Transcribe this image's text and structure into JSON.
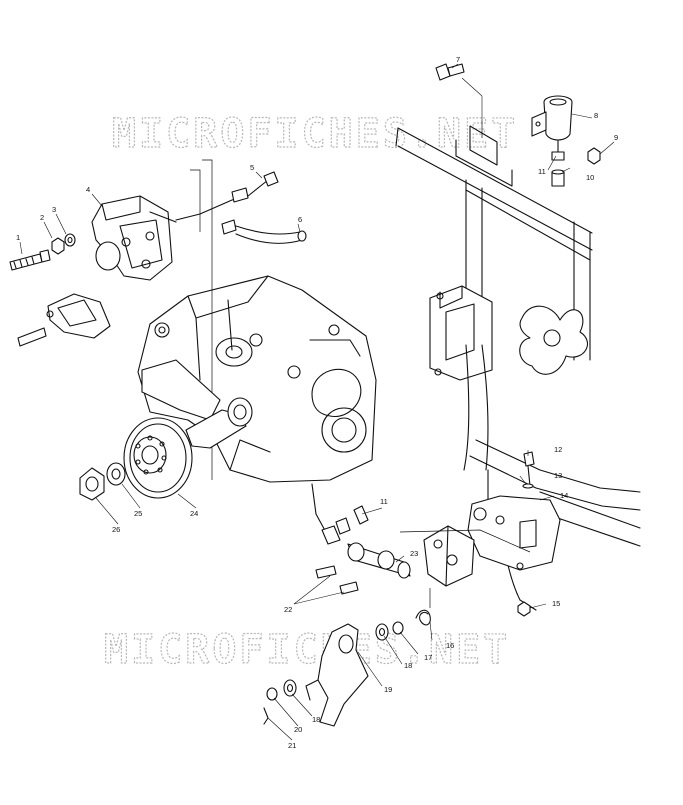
{
  "watermark": {
    "text": "MICROFICHES.NET",
    "color": "#b8b8b8"
  },
  "callouts": [
    {
      "id": "1",
      "label": "1"
    },
    {
      "id": "2",
      "label": "2"
    },
    {
      "id": "3",
      "label": "3"
    },
    {
      "id": "4",
      "label": "4"
    },
    {
      "id": "5",
      "label": "5"
    },
    {
      "id": "6",
      "label": "6"
    },
    {
      "id": "7",
      "label": "7"
    },
    {
      "id": "8",
      "label": "8"
    },
    {
      "id": "9",
      "label": "9"
    },
    {
      "id": "10",
      "label": "10"
    },
    {
      "id": "11a",
      "label": "11"
    },
    {
      "id": "11b",
      "label": "11"
    },
    {
      "id": "12",
      "label": "12"
    },
    {
      "id": "13",
      "label": "13"
    },
    {
      "id": "14",
      "label": "14"
    },
    {
      "id": "15",
      "label": "15"
    },
    {
      "id": "16",
      "label": "16"
    },
    {
      "id": "17",
      "label": "17"
    },
    {
      "id": "18a",
      "label": "18"
    },
    {
      "id": "18b",
      "label": "18"
    },
    {
      "id": "19",
      "label": "19"
    },
    {
      "id": "20",
      "label": "20"
    },
    {
      "id": "21",
      "label": "21"
    },
    {
      "id": "22",
      "label": "22"
    },
    {
      "id": "23",
      "label": "23"
    },
    {
      "id": "24",
      "label": "24"
    },
    {
      "id": "25",
      "label": "25"
    },
    {
      "id": "26",
      "label": "26"
    }
  ]
}
